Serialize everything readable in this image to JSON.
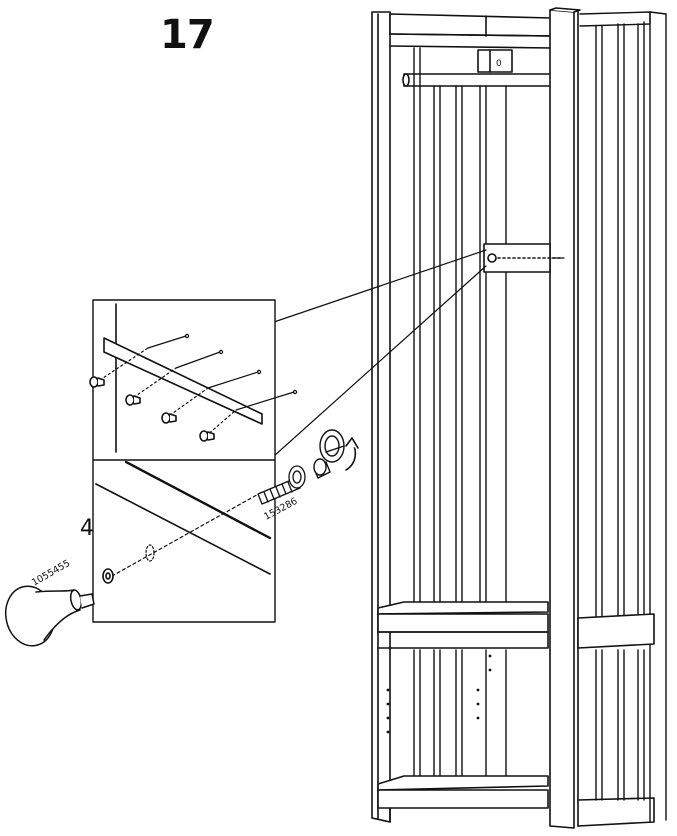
{
  "step": {
    "number": "17"
  },
  "detail": {
    "quantity": "4x"
  },
  "parts": {
    "knob_id": "1055455",
    "screw_id": "153286"
  },
  "label_marking": "0"
}
